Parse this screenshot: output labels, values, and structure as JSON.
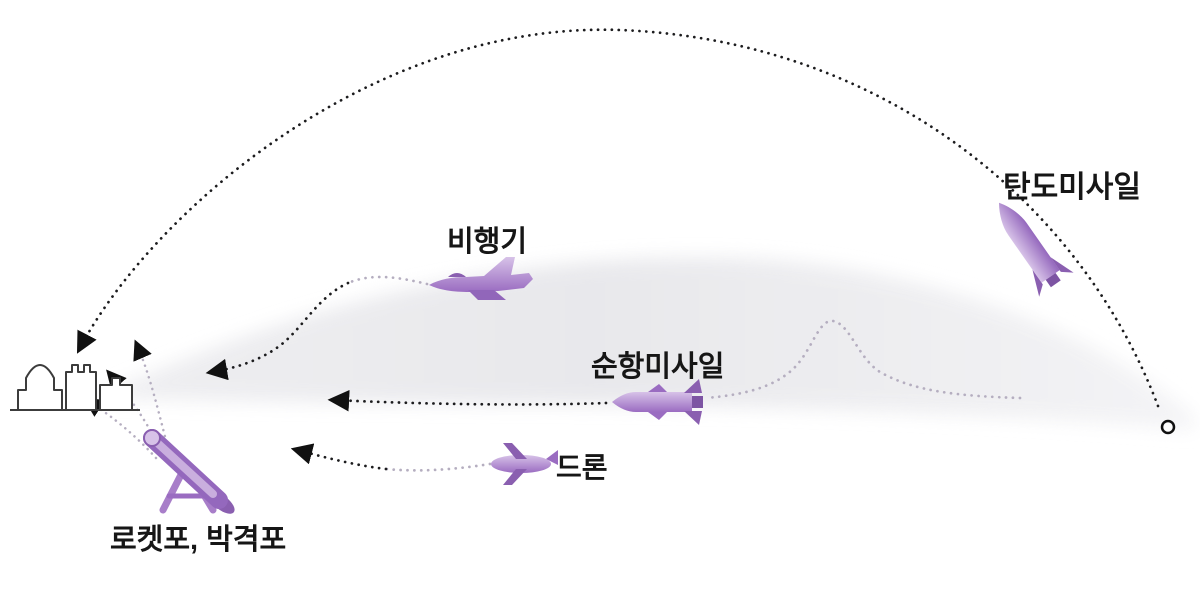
{
  "diagram": {
    "labels": {
      "ballistic_missile": "탄도미사일",
      "aircraft": "비행기",
      "cruise_missile": "순항미사일",
      "drone": "드론",
      "rocket_mortar": "로켓포, 박격포"
    },
    "icons": {
      "city": "city-skyline-icon",
      "ballistic": "ballistic-missile-icon",
      "aircraft": "fighter-jet-icon",
      "cruise": "cruise-missile-icon",
      "drone": "drone-icon",
      "mortar": "mortar-launcher-icon",
      "launch_point": "launch-point-circle"
    },
    "colors": {
      "threat_fill_light": "#d7c2e8",
      "threat_fill": "#a87ec9",
      "threat_fill_dark": "#8a5fb0",
      "trajectory": "#1c1c1e",
      "trajectory_faint": "#b5aec0",
      "background_band": "#e9e9ec",
      "background": "#ffffff"
    }
  }
}
